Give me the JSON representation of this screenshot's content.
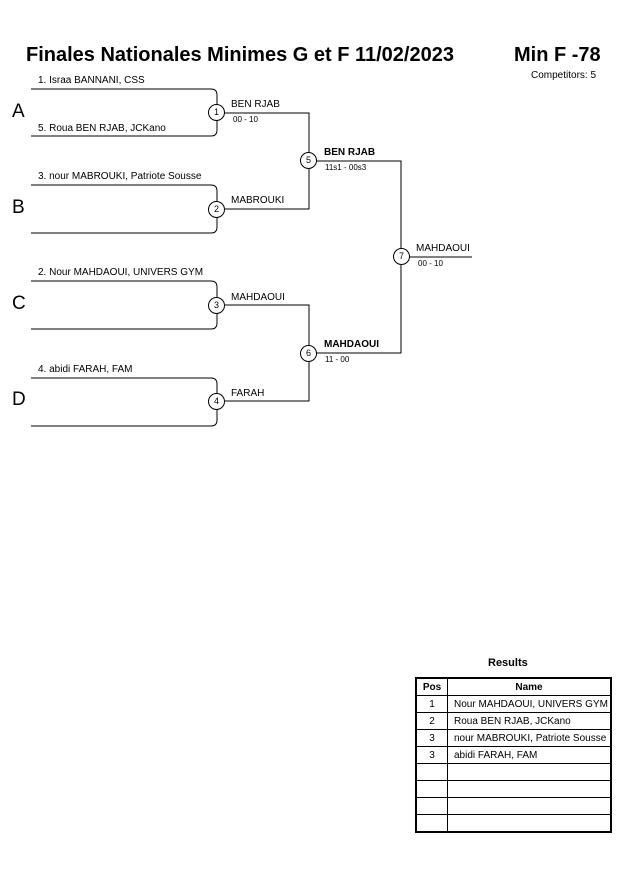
{
  "header": {
    "title": "Finales Nationales Minimes G et F  11/02/2023",
    "category": "Min F -78",
    "competitors": "Competitors: 5"
  },
  "pools": [
    "A",
    "B",
    "C",
    "D"
  ],
  "entries": [
    "1. Israa BANNANI, CSS",
    "5. Roua BEN RJAB, JCKano",
    "3. nour MABROUKI, Patriote Sousse",
    "2. Nour MAHDAOUI, UNIVERS GYM",
    "4. abidi FARAH, FAM"
  ],
  "matches": {
    "m1": {
      "num": "1",
      "winner": "BEN RJAB",
      "score": "00 - 10"
    },
    "m2": {
      "num": "2",
      "winner": "MABROUKI",
      "score": ""
    },
    "m3": {
      "num": "3",
      "winner": "MAHDAOUI",
      "score": ""
    },
    "m4": {
      "num": "4",
      "winner": "FARAH",
      "score": ""
    },
    "m5": {
      "num": "5",
      "winner": "BEN RJAB",
      "score": "11s1 - 00s3"
    },
    "m6": {
      "num": "6",
      "winner": "MAHDAOUI",
      "score": "11 - 00"
    },
    "m7": {
      "num": "7",
      "winner": "MAHDAOUI",
      "score": "00 - 10"
    }
  },
  "results": {
    "title": "Results",
    "headers": {
      "pos": "Pos",
      "name": "Name"
    },
    "rows": [
      {
        "pos": "1",
        "name": "Nour MAHDAOUI, UNIVERS GYM"
      },
      {
        "pos": "2",
        "name": "Roua BEN RJAB, JCKano"
      },
      {
        "pos": "3",
        "name": "nour MABROUKI, Patriote Sousse"
      },
      {
        "pos": "3",
        "name": "abidi FARAH, FAM"
      },
      {
        "pos": "",
        "name": ""
      },
      {
        "pos": "",
        "name": ""
      },
      {
        "pos": "",
        "name": ""
      },
      {
        "pos": "",
        "name": ""
      }
    ]
  }
}
